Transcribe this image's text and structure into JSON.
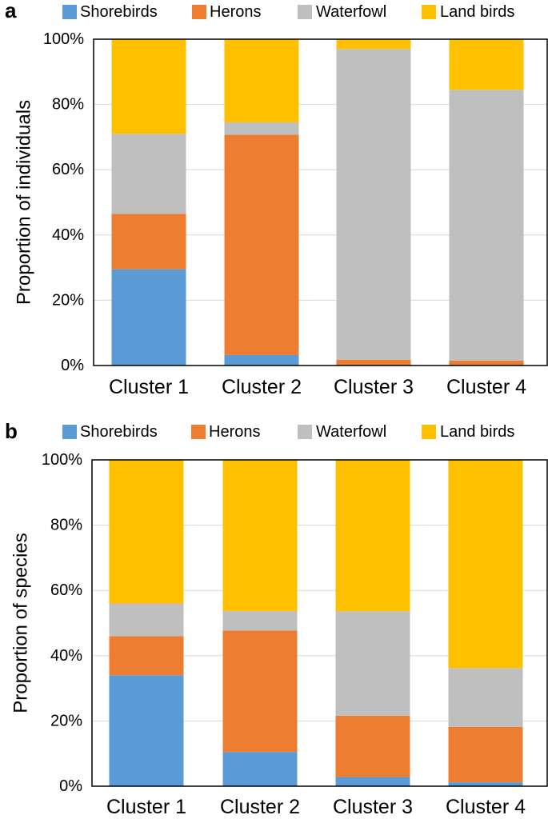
{
  "chart_data": [
    {
      "panel_label": "a",
      "type": "bar",
      "stacked": true,
      "categories": [
        "Cluster 1",
        "Cluster 2",
        "Cluster 3",
        "Cluster 4"
      ],
      "series": [
        {
          "name": "Shorebirds",
          "color": "#5b9bd5",
          "values": [
            29.5,
            3.2,
            0.0,
            0.0
          ]
        },
        {
          "name": "Herons",
          "color": "#ed7d31",
          "values": [
            17.0,
            67.5,
            1.8,
            1.5
          ]
        },
        {
          "name": "Waterfowl",
          "color": "#bfbfbf",
          "values": [
            24.5,
            3.8,
            95.2,
            83.0
          ]
        },
        {
          "name": "Land birds",
          "color": "#ffc000",
          "values": [
            29.0,
            25.5,
            3.0,
            15.5
          ]
        }
      ],
      "ylabel": "Proportion of individuals",
      "xlabel": "",
      "ylim": [
        0,
        100
      ],
      "yticks": [
        "0%",
        "20%",
        "40%",
        "60%",
        "80%",
        "100%"
      ],
      "grid": true,
      "legend_position": "top"
    },
    {
      "panel_label": "b",
      "type": "bar",
      "stacked": true,
      "categories": [
        "Cluster 1",
        "Cluster 2",
        "Cluster 3",
        "Cluster 4"
      ],
      "series": [
        {
          "name": "Shorebirds",
          "color": "#5b9bd5",
          "values": [
            34.0,
            10.5,
            2.8,
            1.2
          ]
        },
        {
          "name": "Herons",
          "color": "#ed7d31",
          "values": [
            12.0,
            37.2,
            18.8,
            17.0
          ]
        },
        {
          "name": "Waterfowl",
          "color": "#bfbfbf",
          "values": [
            10.0,
            6.0,
            32.0,
            18.0
          ]
        },
        {
          "name": "Land birds",
          "color": "#ffc000",
          "values": [
            44.0,
            46.3,
            46.4,
            63.8
          ]
        }
      ],
      "ylabel": "Proportion of species",
      "xlabel": "",
      "ylim": [
        0,
        100
      ],
      "yticks": [
        "0%",
        "20%",
        "40%",
        "60%",
        "80%",
        "100%"
      ],
      "grid": true,
      "legend_position": "top"
    }
  ]
}
